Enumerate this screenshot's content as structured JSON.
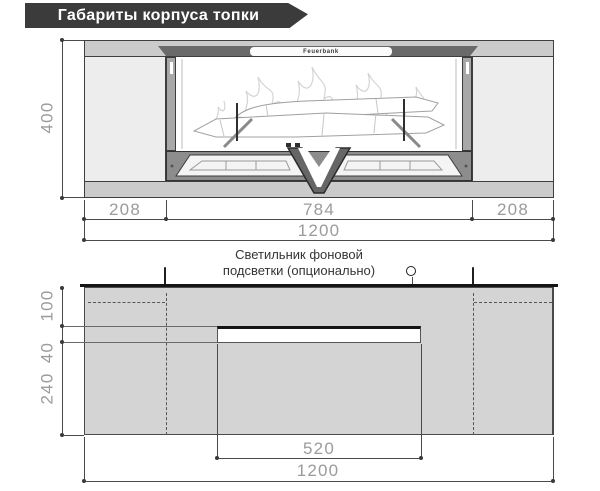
{
  "banner": {
    "title": "Габариты корпуса топки"
  },
  "front_view": {
    "logo": "Feuerbank",
    "dims": {
      "height": "400",
      "left_margin": "208",
      "firebox_width": "784",
      "right_margin": "208",
      "total_width": "1200"
    }
  },
  "plan_view": {
    "note_line1": "Светильник фоновой",
    "note_line2": "подсветки (опционально)",
    "dims": {
      "front_depth": "100",
      "notch_depth": "40",
      "body_depth": "240",
      "notch_width": "520",
      "total_width": "1200"
    }
  },
  "colors": {
    "banner_bg": "#3b3b3b",
    "panel_light": "#ededed",
    "strip_gray": "#cbcbcb",
    "plan_fill": "#d4d4d4",
    "dim_text": "#9b9b9b",
    "line_dark": "#151515"
  }
}
